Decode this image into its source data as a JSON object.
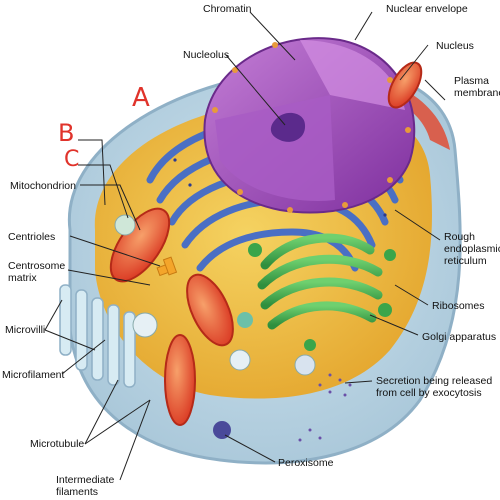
{
  "labels": {
    "chromatin": "Chromatin",
    "nuclear_envelope": "Nuclear envelope",
    "nucleolus": "Nucleolus",
    "nucleus": "Nucleus",
    "plasma_membrane_1": "Plasma",
    "plasma_membrane_2": "membrane",
    "mitochondrion": "Mitochondrion",
    "centrioles": "Centrioles",
    "centrosome_matrix_1": "Centrosome",
    "centrosome_matrix_2": "matrix",
    "rough_er_1": "Rough",
    "rough_er_2": "endoplasmic",
    "rough_er_3": "reticulum",
    "ribosomes": "Ribosomes",
    "golgi": "Golgi apparatus",
    "microvilli": "Microvilli",
    "microfilament": "Microfilament",
    "secretion_1": "Secretion being released",
    "secretion_2": "from cell by exocytosis",
    "microtubule": "Microtubule",
    "intermediate_1": "Intermediate",
    "intermediate_2": "filaments",
    "peroxisome": "Peroxisome"
  },
  "handwritten": {
    "a": "A",
    "b": "B",
    "c": "C"
  },
  "colors": {
    "annotation_red": "#e0332b",
    "nucleus_purple": "#9c4fb8",
    "er_blue": "#4a6fc4",
    "golgi_green": "#3aa54a",
    "mito_red": "#e2452a",
    "cytoplasm_yellow": "#f2c23a"
  }
}
